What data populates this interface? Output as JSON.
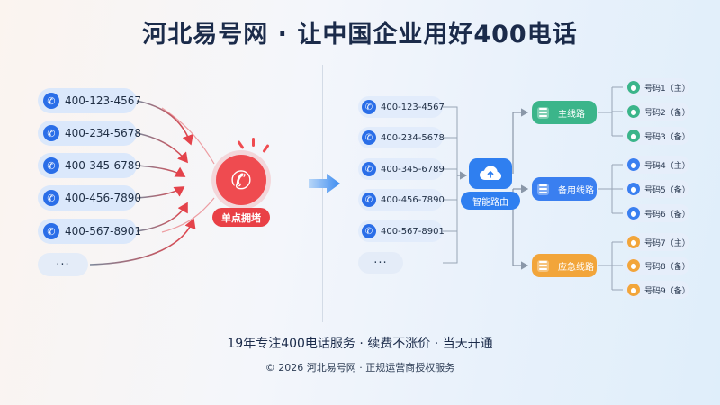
{
  "title": "河北易号网 · 让中国企业用好400电话",
  "left": {
    "numbers": [
      "400-123-4567",
      "400-234-5678",
      "400-345-6789",
      "400-456-7890",
      "400-567-8901"
    ],
    "more": "···",
    "block_label": "单点拥堵"
  },
  "right": {
    "numbers": [
      "400-123-4567",
      "400-234-5678",
      "400-345-6789",
      "400-456-7890",
      "400-567-8901"
    ],
    "more": "···",
    "router_label": "智能路由",
    "routes": [
      {
        "label": "主线路",
        "color": "#3bb58a",
        "lines": [
          "号码1（主）",
          "号码2（备）",
          "号码3（备）"
        ]
      },
      {
        "label": "备用线路",
        "color": "#3a7ff0",
        "lines": [
          "号码4（主）",
          "号码5（备）",
          "号码6（备）"
        ]
      },
      {
        "label": "应急线路",
        "color": "#f2a53a",
        "lines": [
          "号码7（主）",
          "号码8（备）",
          "号码9（备）"
        ]
      }
    ]
  },
  "footer": {
    "main": "19年专注400电话服务 · 续费不涨价 · 当天开通",
    "sub": "© 2026 河北易号网 · 正规运营商授权服务"
  },
  "icons": {
    "phone": "phone-icon",
    "router": "cloud-upload-icon",
    "server": "server-icon",
    "user": "user-icon",
    "arrow": "arrow-right-icon"
  }
}
